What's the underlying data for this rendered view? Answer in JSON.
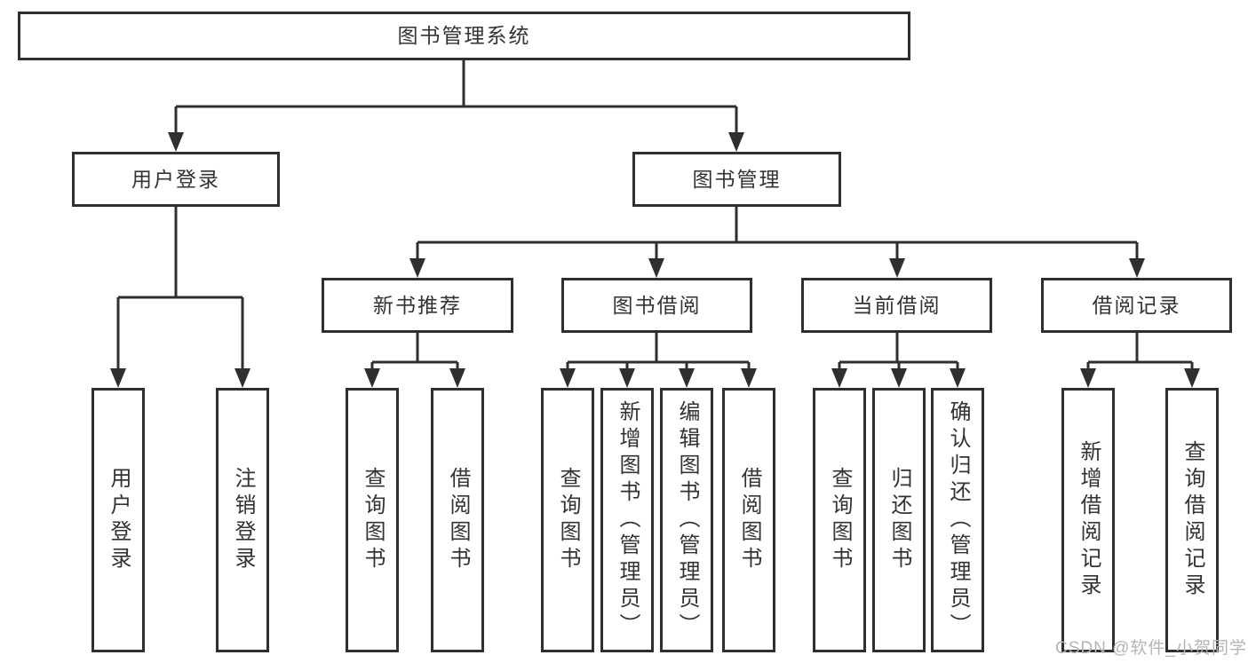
{
  "diagram": {
    "title": "图书管理系统",
    "root": {
      "label": "图书管理系统"
    },
    "level1": [
      {
        "label": "用户登录"
      },
      {
        "label": "图书管理"
      }
    ],
    "level2": [
      {
        "label": "新书推荐"
      },
      {
        "label": "图书借阅"
      },
      {
        "label": "当前借阅"
      },
      {
        "label": "借阅记录"
      }
    ],
    "leaves": {
      "login": [
        "用户登录",
        "注销登录"
      ],
      "recommend": [
        "查询图书",
        "借阅图书"
      ],
      "borrow": [
        "查询图书",
        "新增图书（管理员）",
        "编辑图书（管理员）",
        "借阅图书"
      ],
      "current": [
        "查询图书",
        "归还图书",
        "确认归还（管理员）"
      ],
      "records": [
        "新增借阅记录",
        "查询借阅记录"
      ]
    }
  },
  "colors": {
    "line": "#2f2f2f",
    "text": "#333333",
    "watermark_text": "#b5b5b5",
    "background": "#ffffff"
  },
  "watermark": {
    "text": "CSDN @软件_小贺同学"
  }
}
